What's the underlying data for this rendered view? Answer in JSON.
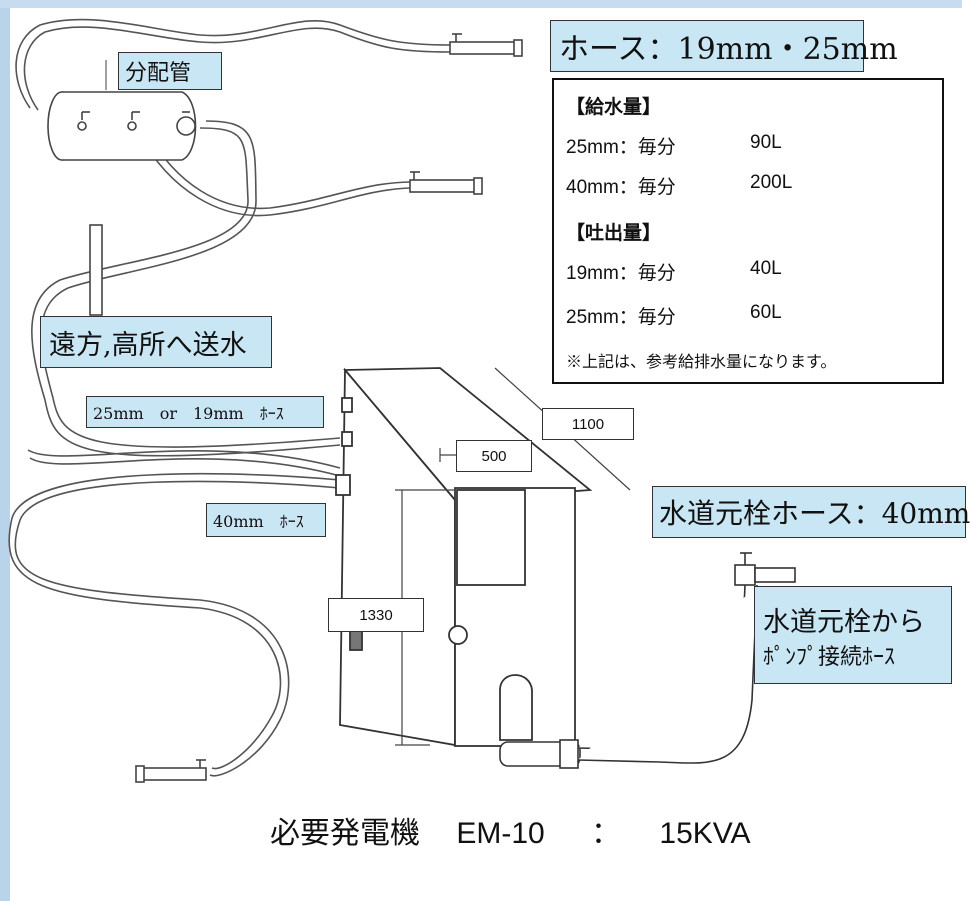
{
  "colors": {
    "label_bg": "#c9e6f4",
    "frame": "#b8d3ea",
    "line": "#333333"
  },
  "labels": {
    "hose_sizes": "ホース：19mm・25mm",
    "distribution_pipe": "分配管",
    "remote_supply": "遠方,高所へ送水",
    "hose_25_or_19": "25mm　or　19mm　ﾎｰｽ",
    "hose_40": "40mm　ﾎｰｽ",
    "tap_hose": "水道元栓ホース：40mm",
    "tap_to_pump_line1": "水道元栓から",
    "tap_to_pump_line2": "ﾎﾟﾝﾌﾟ接続ﾎｰｽ"
  },
  "dimensions": {
    "depth": "1100",
    "width": "500",
    "height": "1330"
  },
  "spec": {
    "supply_title": "【給水量】",
    "supply": [
      {
        "size": "25mm",
        "unit": "：毎分",
        "amount": "90L"
      },
      {
        "size": "40mm",
        "unit": "：毎分",
        "amount": "200L"
      }
    ],
    "discharge_title": "【吐出量】",
    "discharge": [
      {
        "size": "19mm",
        "unit": "：毎分",
        "amount": "40L"
      },
      {
        "size": "25mm",
        "unit": "：毎分",
        "amount": "60L"
      }
    ],
    "note": "※上記は、参考給排水量になります。"
  },
  "generator": {
    "label": "必要発電機",
    "model": "EM-10",
    "sep": "：",
    "capacity": "15KVA"
  }
}
